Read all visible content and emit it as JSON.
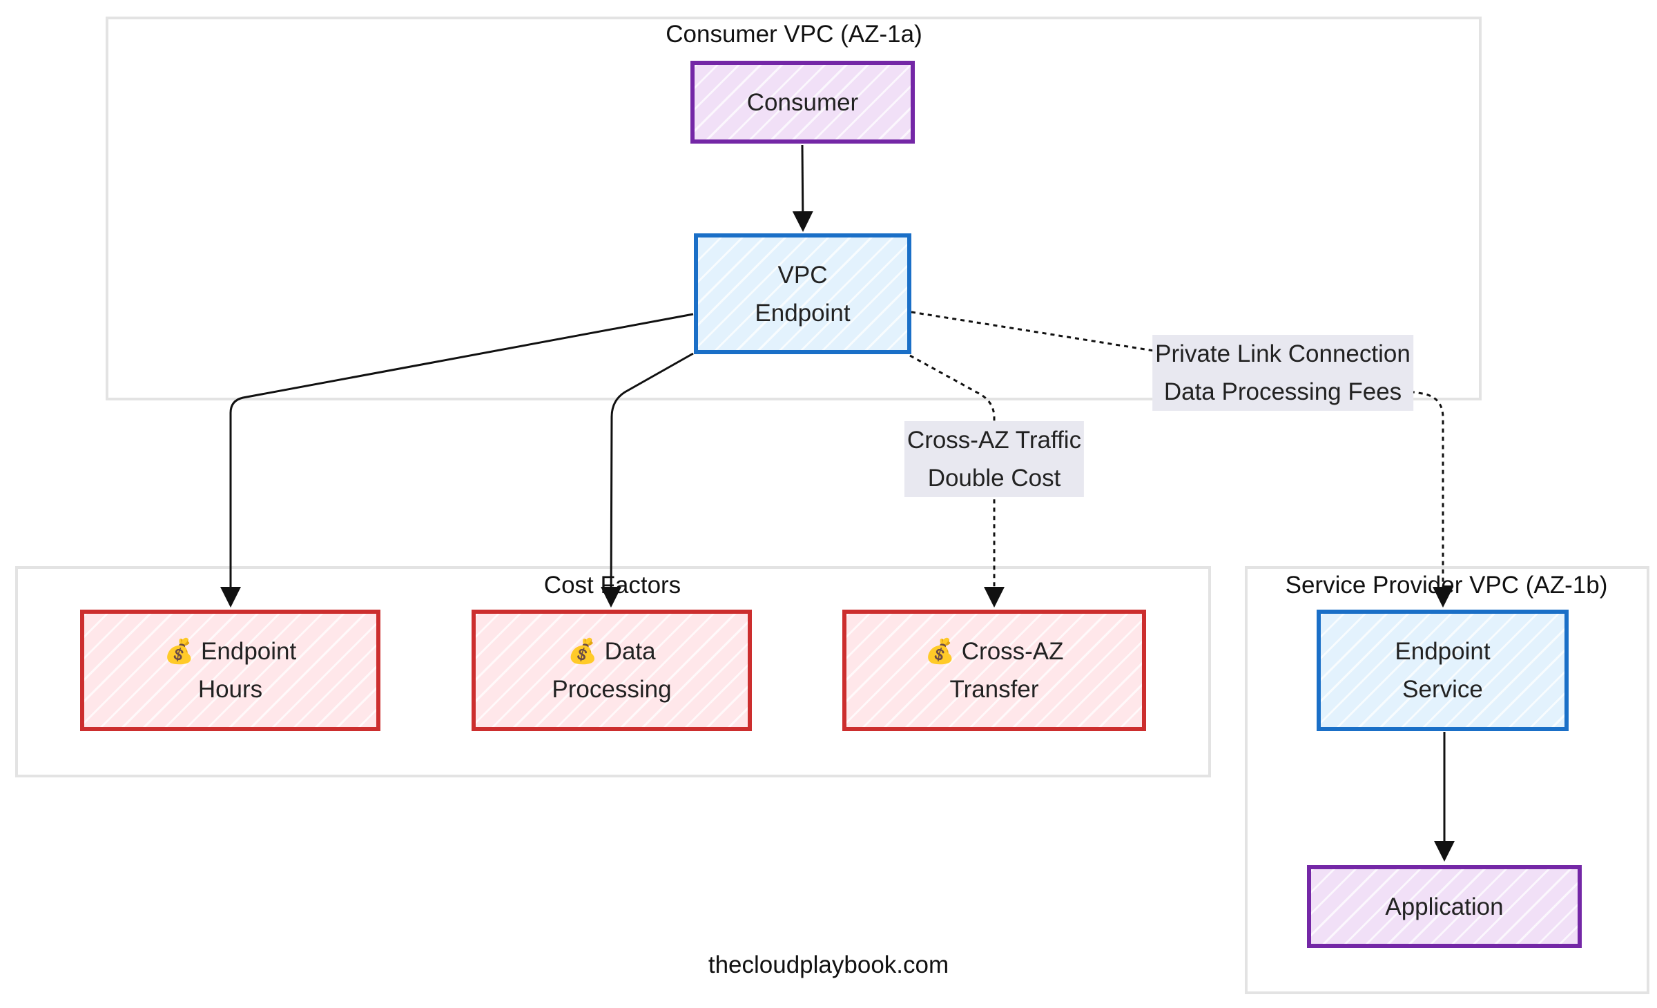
{
  "groups": {
    "consumer_vpc": "Consumer VPC (AZ-1a)",
    "cost_factors": "Cost Factors",
    "provider_vpc": "Service Provider VPC (AZ-1b)"
  },
  "nodes": {
    "consumer": [
      "Consumer"
    ],
    "vpc_endpoint": [
      "VPC",
      "Endpoint"
    ],
    "endpoint_hours": [
      "💰 Endpoint",
      "Hours"
    ],
    "data_processing": [
      "💰 Data",
      "Processing"
    ],
    "cross_az_transfer": [
      "💰 Cross-AZ",
      "Transfer"
    ],
    "endpoint_service": [
      "Endpoint",
      "Service"
    ],
    "application": [
      "Application"
    ]
  },
  "edge_labels": {
    "cross_az": [
      "Cross-AZ Traffic",
      "Double Cost"
    ],
    "private_link": [
      "Private Link Connection",
      "Data Processing Fees"
    ]
  },
  "footer": "thecloudplaybook.com",
  "colors": {
    "purple_border": "#7427a6",
    "purple_fill": "#f1e0f7",
    "blue_border": "#1a6fc7",
    "blue_fill": "#e3f2fd",
    "red_border": "#cc2e2e",
    "red_fill": "#ffe7ea",
    "edge_label_bg": "#e8e8f0"
  }
}
